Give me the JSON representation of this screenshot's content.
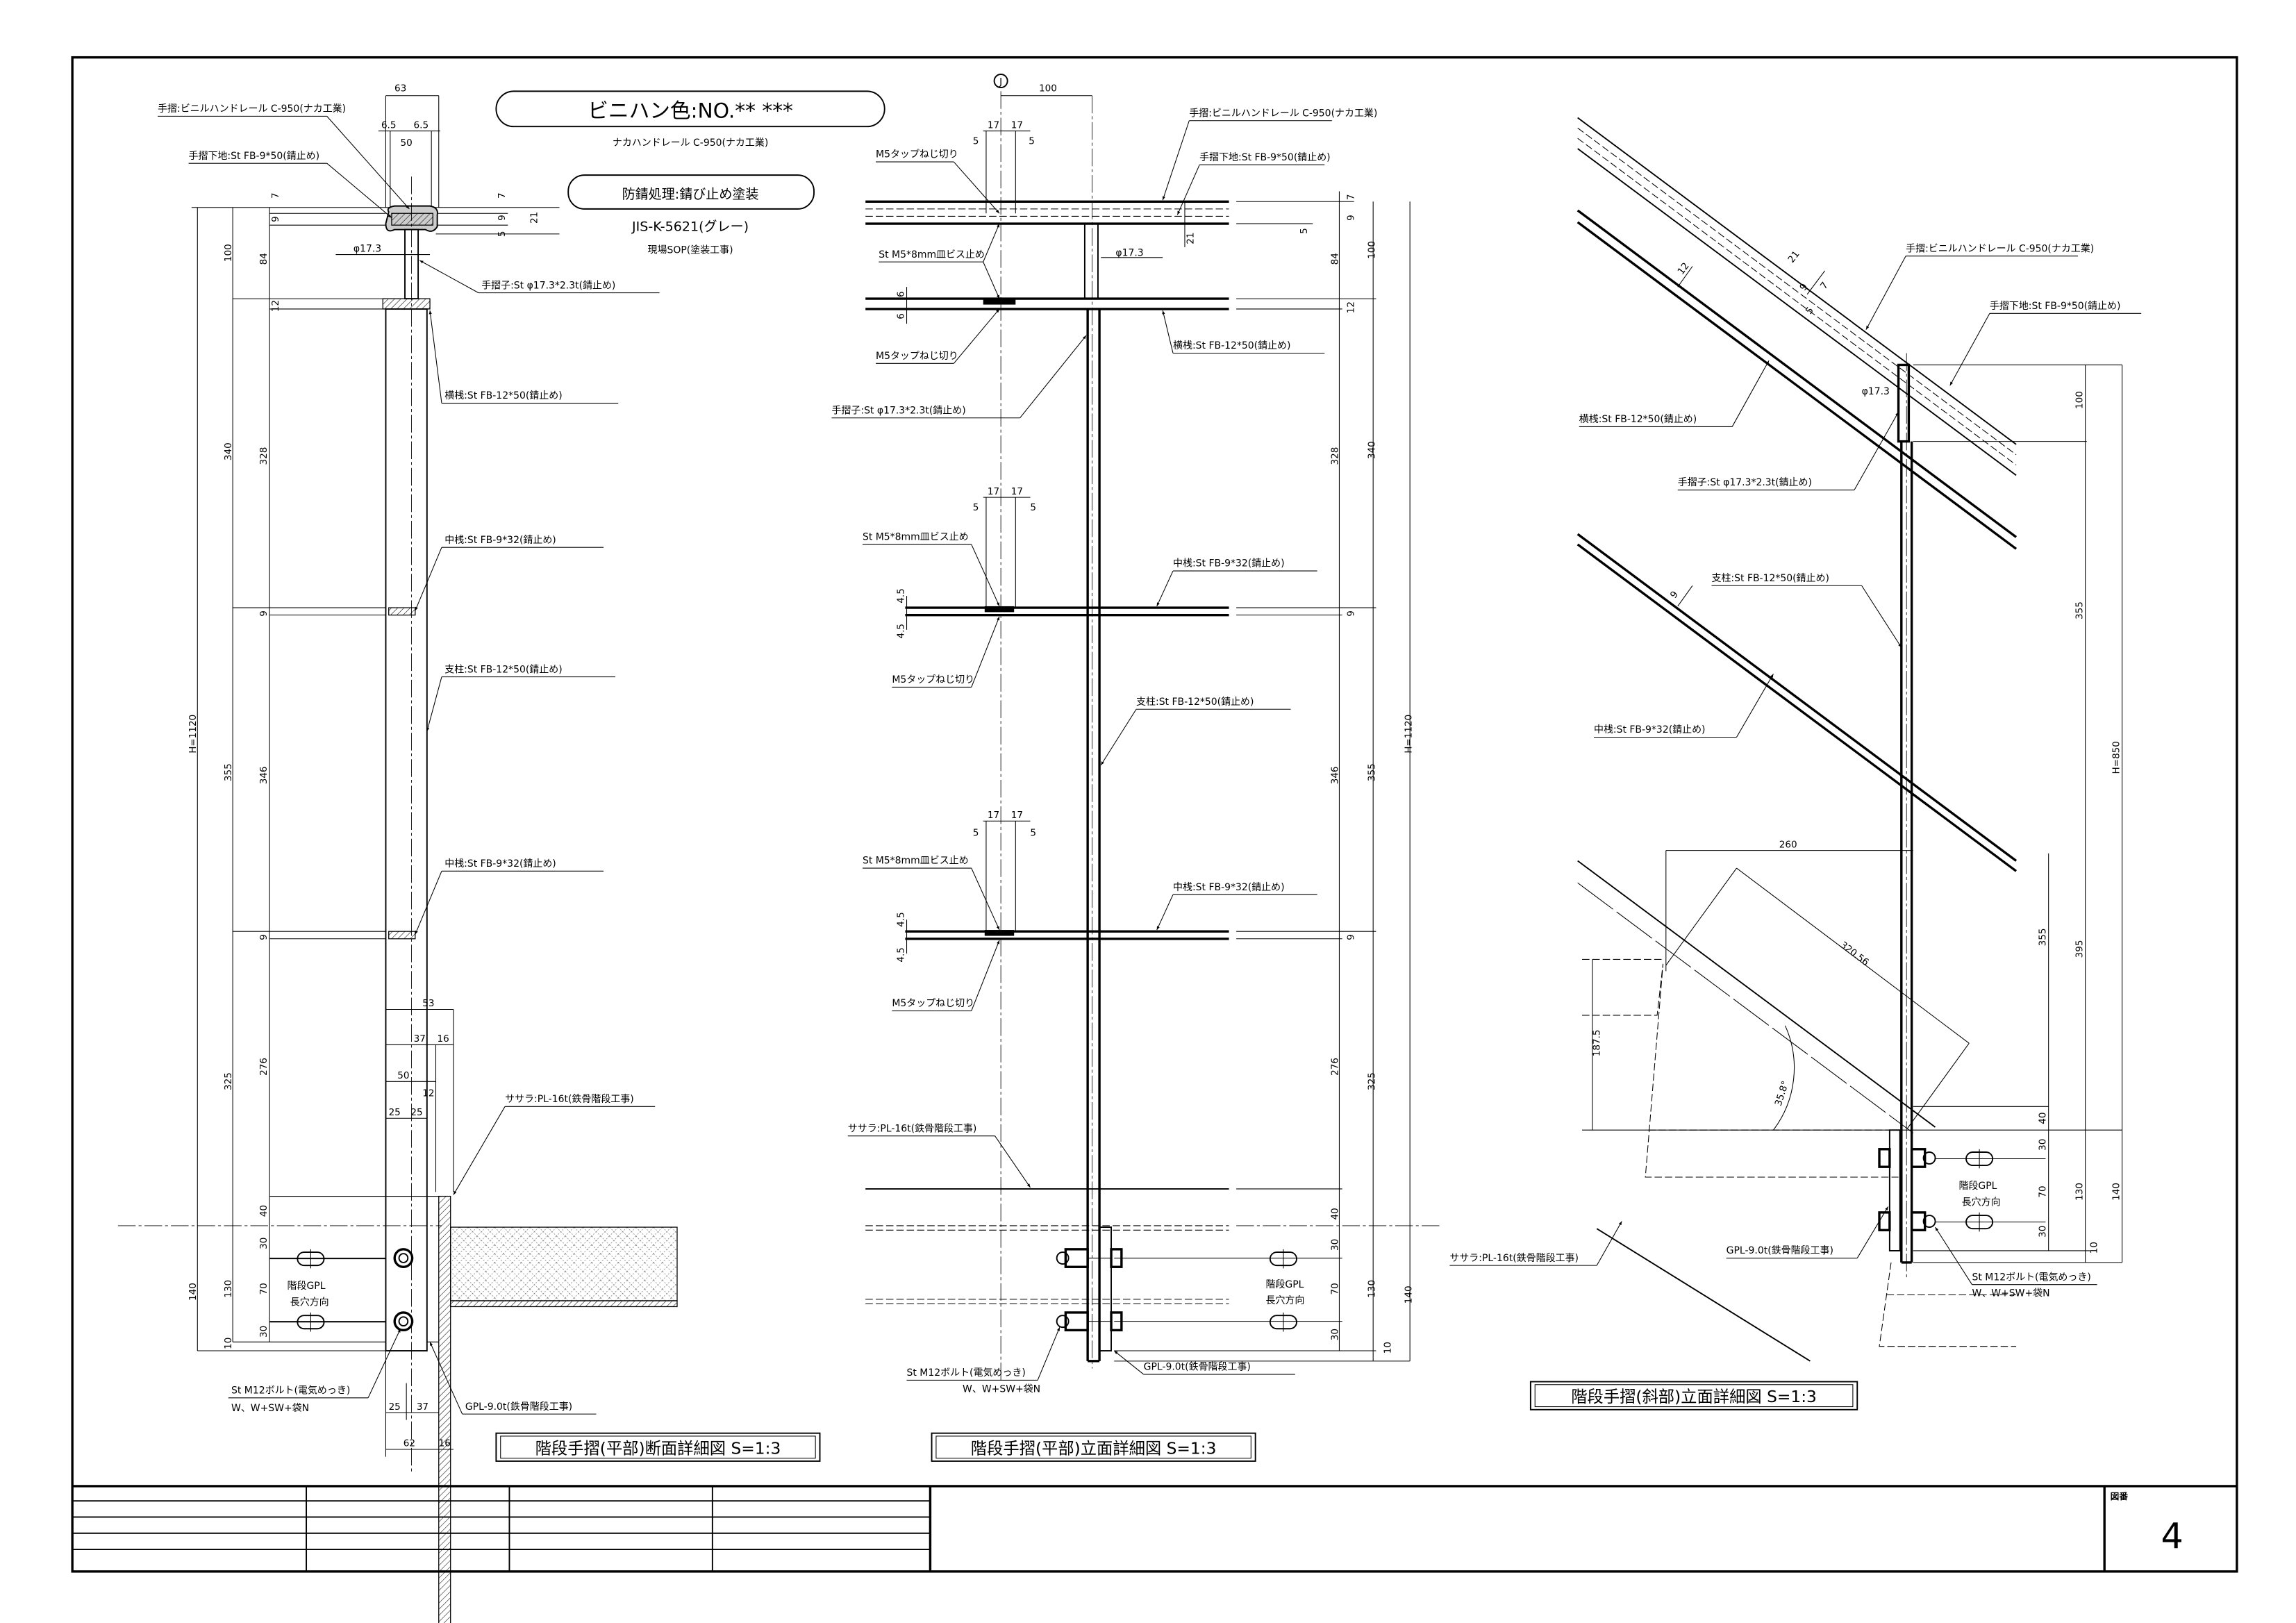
{
  "notes": {
    "color_label": "ビニハン色:NO.** ***",
    "color_product": "ナカハンドレール C-950(ナカ工業)",
    "rust_label": "防錆処理:錆び止め塗装",
    "rust_standard": "JIS-K-5621(グレー)",
    "rust_site": "現場SOP(塗装工事)"
  },
  "parts": {
    "handrail": "手摺:ビニルハンドレール C-950(ナカ工業)",
    "handrail_base": "手摺下地:St FB-9*50(錆止め)",
    "baluster": "手摺子:St φ17.3*2.3t(錆止め)",
    "top_rail": "横桟:St FB-12*50(錆止め)",
    "mid_rail": "中桟:St FB-9*32(錆止め)",
    "post": "支柱:St FB-12*50(錆止め)",
    "stringer": "ササラ:PL-16t(鉄骨階段工事)",
    "gpl": "GPL-9.0t(鉄骨階段工事)",
    "bolt": "St M12ボルト(電気めっき)",
    "washer": "W、W+SW+袋N",
    "stair_gpl": "階段GPL",
    "slot_dir": "長穴方向",
    "tap": "M5タップねじ切り",
    "screw": "St M5*8mm皿ビス止め",
    "phi": "φ17.3"
  },
  "grid_marker": "J",
  "views": {
    "section_title": "階段手摺(平部)断面詳細図 S=1:3",
    "flat_elevation_title": "階段手摺(平部)立面詳細図 S=1:3",
    "slope_elevation_title": "階段手摺(斜部)立面詳細図 S=1:3"
  },
  "dims": {
    "section": [
      "63",
      "6.5",
      "6.5",
      "50",
      "7",
      "9",
      "7",
      "9",
      "5",
      "21",
      "100",
      "84",
      "12",
      "340",
      "328",
      "9",
      "H=1120",
      "355",
      "346",
      "9",
      "325",
      "276",
      "40",
      "30",
      "70",
      "30",
      "10",
      "140",
      "130",
      "53",
      "37",
      "16",
      "50",
      "12",
      "25",
      "25",
      "25",
      "37",
      "62",
      "16"
    ],
    "flat": [
      "100",
      "17",
      "17",
      "5",
      "5",
      "21",
      "5",
      "7",
      "9",
      "84",
      "100",
      "12",
      "6",
      "6",
      "17",
      "17",
      "5",
      "5",
      "4.5",
      "4.5",
      "328",
      "340",
      "9",
      "17",
      "17",
      "5",
      "5",
      "4.5",
      "4.5",
      "346",
      "355",
      "H=1120",
      "9",
      "276",
      "325",
      "40",
      "30",
      "70",
      "30",
      "130",
      "140",
      "10"
    ],
    "slope": [
      "12",
      "21",
      "9",
      "5",
      "7",
      "9",
      "100",
      "355",
      "H=850",
      "260",
      "320.56",
      "355",
      "395",
      "187.5",
      "35.8°",
      "40",
      "30",
      "70",
      "30",
      "130",
      "140",
      "10"
    ]
  },
  "title_block": {
    "drawing_no_label": "図番",
    "drawing_no": "4"
  }
}
